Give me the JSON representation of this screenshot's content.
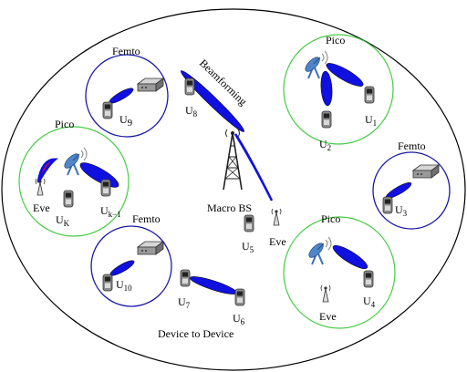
{
  "colors": {
    "outer_cell": "#000000",
    "pico_boundary": "#44cc44",
    "femto_boundary": "#1a1aa6",
    "beam_blue": "#1010e0",
    "beam_red": "#d01030",
    "device_body": "#8a8a8a",
    "device_screen": "#222222",
    "background": "#ffffff"
  },
  "labels": {
    "femto_top_left": "Femto",
    "pico_top_right": "Pico",
    "pico_left": "Pico",
    "femto_right": "Femto",
    "femto_bottom_left": "Femto",
    "pico_bottom_right": "Pico",
    "beamforming": "Beamforming",
    "macro_bs": "Macro BS",
    "d2d": "Device to Device",
    "eve_left": "Eve",
    "eve_macro": "Eve",
    "eve_pico_bottom": "Eve"
  },
  "users": {
    "u9": {
      "base": "U",
      "sub": "9"
    },
    "u8": {
      "base": "U",
      "sub": "8"
    },
    "u1": {
      "base": "U",
      "sub": "1"
    },
    "u2": {
      "base": "U",
      "sub": "2"
    },
    "u3": {
      "base": "U",
      "sub": "3"
    },
    "uk": {
      "base": "U",
      "sub": "K"
    },
    "uk1": {
      "base": "U",
      "sub": "k−1"
    },
    "u5": {
      "base": "U",
      "sub": "5"
    },
    "u10": {
      "base": "U",
      "sub": "10"
    },
    "u7": {
      "base": "U",
      "sub": "7"
    },
    "u6": {
      "base": "U",
      "sub": "6"
    },
    "u4": {
      "base": "U",
      "sub": "4"
    }
  },
  "icons": {
    "macro_bs": "cell-tower-icon",
    "pico_bs": "satellite-dish-icon",
    "femto_bs": "femto-access-point-icon",
    "user": "mobile-phone-icon",
    "eve": "eavesdropper-antenna-icon"
  }
}
